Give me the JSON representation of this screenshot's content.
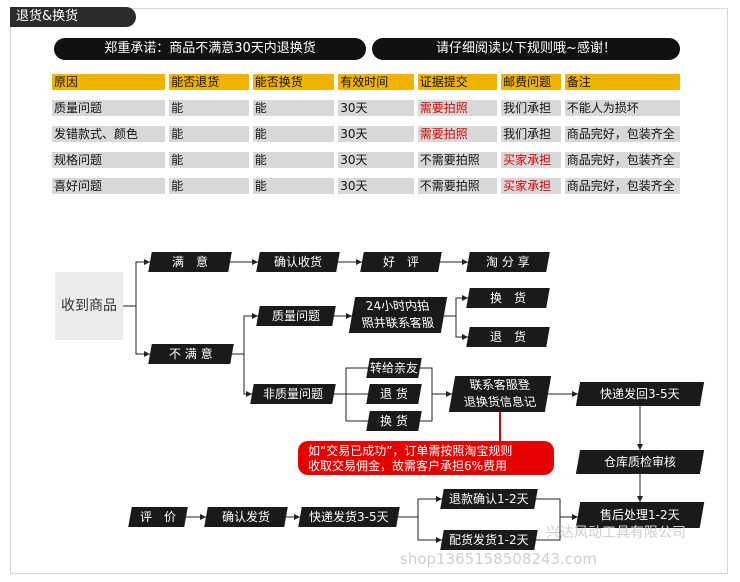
{
  "section_title": "退货&换货",
  "promise": "郑重承诺：商品不满意30天内退换货",
  "notice": "请仔细阅读以下规则哦~感谢！",
  "table": {
    "headers": [
      "原因",
      "能否退货",
      "能否换货",
      "有效时间",
      "证据提交",
      "邮费问题",
      "备注"
    ],
    "rows": [
      [
        "质量问题",
        "能",
        "能",
        "30天",
        "需要拍照",
        "我们承担",
        "不能人为损坏"
      ],
      [
        "发错款式、颜色",
        "能",
        "能",
        "30天",
        "需要拍照",
        "我们承担",
        "商品完好，包装齐全"
      ],
      [
        "规格问题",
        "能",
        "能",
        "30天",
        "不需要拍照",
        "买家承担",
        "商品完好，包装齐全"
      ],
      [
        "喜好问题",
        "能",
        "能",
        "30天",
        "不需要拍照",
        "买家承担",
        "商品完好，包装齐全"
      ]
    ],
    "highlight_color": "#e00000",
    "header_color": "#f0b400"
  },
  "flow": {
    "start": "收到商品",
    "satisfied": "满　意",
    "confirm_receipt": "确认收货",
    "good_review": "好　评",
    "share": "淘 分 享",
    "unsatisfied": "不 满 意",
    "quality_issue": "质量问题",
    "photo_line1": "24小时内拍",
    "photo_line2": "照并联系客服",
    "exchange": "换　货",
    "return": "退　货",
    "non_quality_issue": "非质量问题",
    "gift_friend": "转给亲友",
    "return2": "退 货",
    "exchange2": "换 货",
    "contact_line1": "联系客服登",
    "contact_line2": "退换货信息记",
    "express_back": "快递发回3-5天",
    "warehouse_check": "仓库质检审核",
    "after_sale": "售后处理1-2天",
    "review": "评　价",
    "confirm_ship": "确认发货",
    "express_ship": "快递发货3-5天",
    "refund_confirm": "退款确认1-2天",
    "delivery": "配货发货1-2天",
    "warning_line1": "如“交易已成功”，订单需按照淘宝规则",
    "warning_line2": "收取交易佣金，故需客户承担6%费用"
  },
  "watermark_line1": "兴达风动工具有限公司",
  "watermark_line2": "shop1365158508243.com"
}
